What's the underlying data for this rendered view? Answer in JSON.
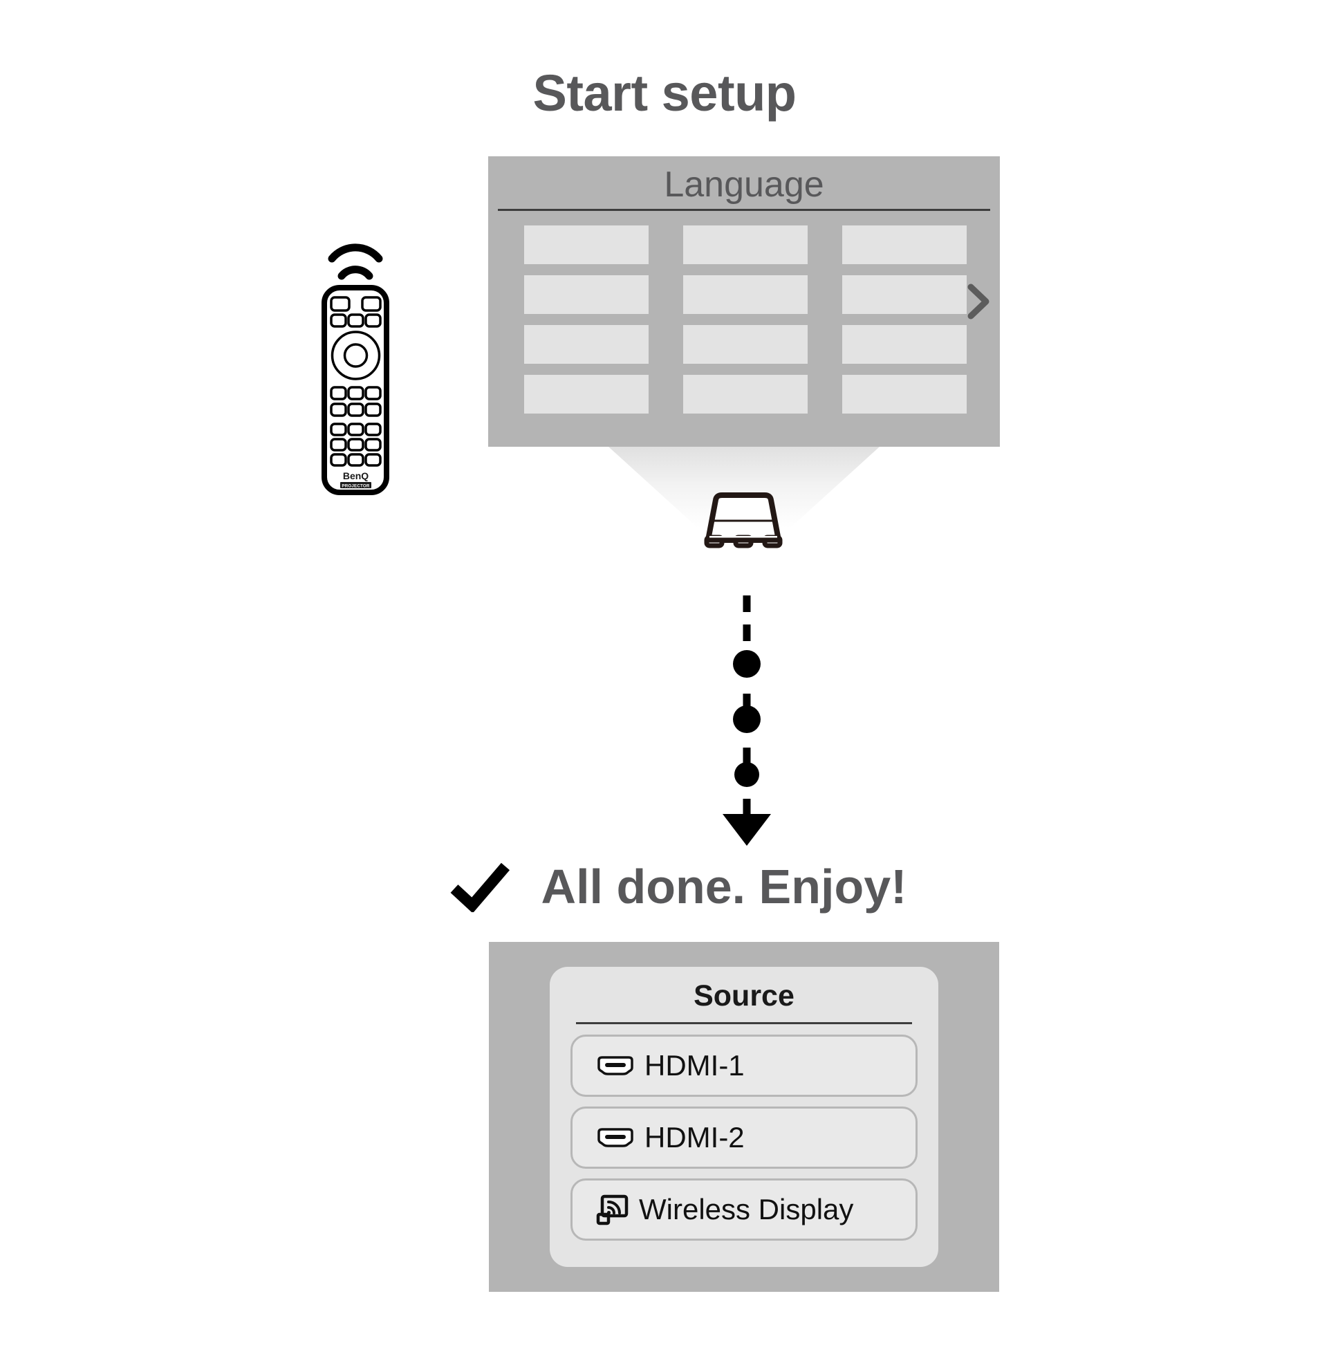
{
  "page": {
    "title": "Start setup",
    "background_color": "#ffffff"
  },
  "colors": {
    "heading_gray": "#58585a",
    "osd_panel_gray": "#b4b4b4",
    "tile_gray": "#e3e3e3",
    "card_gray": "#e4e4e4",
    "item_border_gray": "#b7b7b7",
    "ink_black": "#000000"
  },
  "step_one": {
    "heading": "Start setup",
    "remote": {
      "icon": "remote-control-icon",
      "brand": "BenQ",
      "brand_sub": "PROJECTOR",
      "signal_icon": "ir-signal-icon"
    },
    "osd": {
      "title": "Language",
      "next_icon": "chevron-right-icon",
      "grid": {
        "columns": 3,
        "rows": 4,
        "tiles": [
          "lang-tile-1",
          "lang-tile-2",
          "lang-tile-3",
          "lang-tile-4",
          "lang-tile-5",
          "lang-tile-6",
          "lang-tile-7",
          "lang-tile-8",
          "lang-tile-9",
          "lang-tile-10",
          "lang-tile-11",
          "lang-tile-12"
        ]
      }
    },
    "projector": {
      "icon": "projector-icon",
      "beam": "light-beam"
    }
  },
  "flow": {
    "arrow_icon": "dashed-down-arrow-icon"
  },
  "step_two": {
    "check_icon": "check-mark-icon",
    "heading": "All done. Enjoy!",
    "osd": {
      "title": "Source",
      "items": [
        {
          "label": "HDMI-1",
          "icon": "hdmi-port-icon"
        },
        {
          "label": "HDMI-2",
          "icon": "hdmi-port-icon"
        },
        {
          "label": "Wireless Display",
          "icon": "wireless-cast-icon"
        }
      ]
    }
  }
}
